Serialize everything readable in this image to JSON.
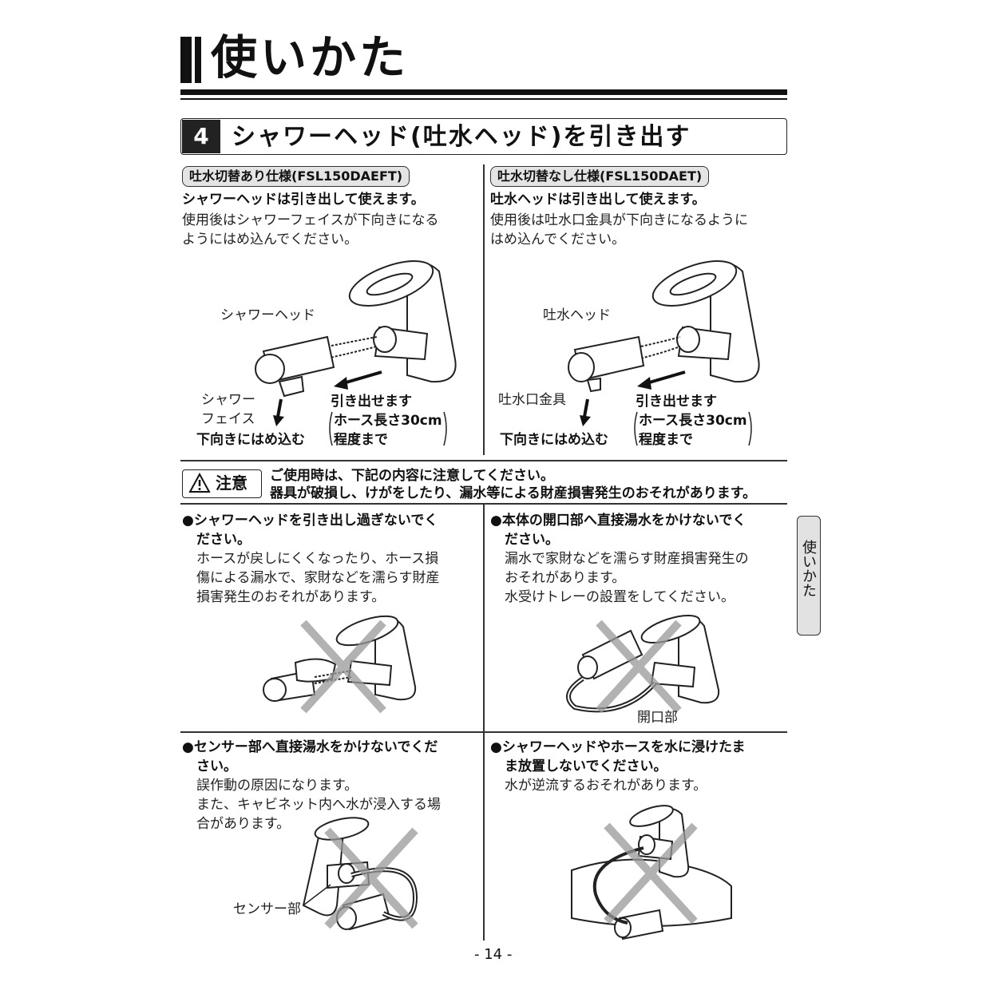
{
  "header": {
    "title": "使いかた"
  },
  "section": {
    "number": "4",
    "title": "シャワーヘッド(吐水ヘッド)を引き出す"
  },
  "left_spec": {
    "tag": "吐水切替あり仕様(FSL150DAEFT)",
    "bold": "シャワーヘッドは引き出して使えます。",
    "body": [
      "使用後はシャワーフェイスが下向きになる",
      "ようにはめ込んでください。"
    ],
    "labels": {
      "head": "シャワーヘッド",
      "face1": "シャワー",
      "face2": "フェイス",
      "down": "下向きにはめ込む",
      "pull1": "引き出せます",
      "pull2": "ホース長さ30cm",
      "pull3": "程度まで"
    }
  },
  "right_spec": {
    "tag": "吐水切替なし仕様(FSL150DAET)",
    "bold": "吐水ヘッドは引き出して使えます。",
    "body": [
      "使用後は吐水口金具が下向きになるように",
      "はめ込んでください。"
    ],
    "labels": {
      "head": "吐水ヘッド",
      "spout": "吐水口金具",
      "down": "下向きにはめ込む",
      "pull1": "引き出せます",
      "pull2": "ホース長さ30cm",
      "pull3": "程度まで"
    }
  },
  "caution": {
    "label": "注意",
    "line1": "ご使用時は、下記の内容に注意してください。",
    "line2": "器具が破損し、けがをしたり、漏水等による財産損害発生のおそれがあります。"
  },
  "notes": [
    {
      "title": [
        "●シャワーヘッドを引き出し過ぎないでく",
        "ださい。"
      ],
      "body": [
        "ホースが戻しにくくなったり、ホース損",
        "傷による漏水で、家財などを濡らす財産",
        "損害発生のおそれがあります。"
      ]
    },
    {
      "title": [
        "●本体の開口部へ直接湯水をかけないでく",
        "ださい。"
      ],
      "body": [
        "漏水で家財などを濡らす財産損害発生の",
        "おそれがあります。",
        "水受けトレーの設置をしてください。"
      ],
      "label": "開口部"
    },
    {
      "title": [
        "●センサー部へ直接湯水をかけないでくだ",
        "さい。"
      ],
      "body": [
        "誤作動の原因になります。",
        "また、キャビネット内へ水が浸入する場",
        "合があります。"
      ],
      "label": "センサー部"
    },
    {
      "title": [
        "●シャワーヘッドやホースを水に浸けたま",
        "ま放置しないでください。"
      ],
      "body": [
        "水が逆流するおそれがあります。"
      ]
    }
  ],
  "side_tab": "使いかた",
  "page_number": "- 14 -"
}
